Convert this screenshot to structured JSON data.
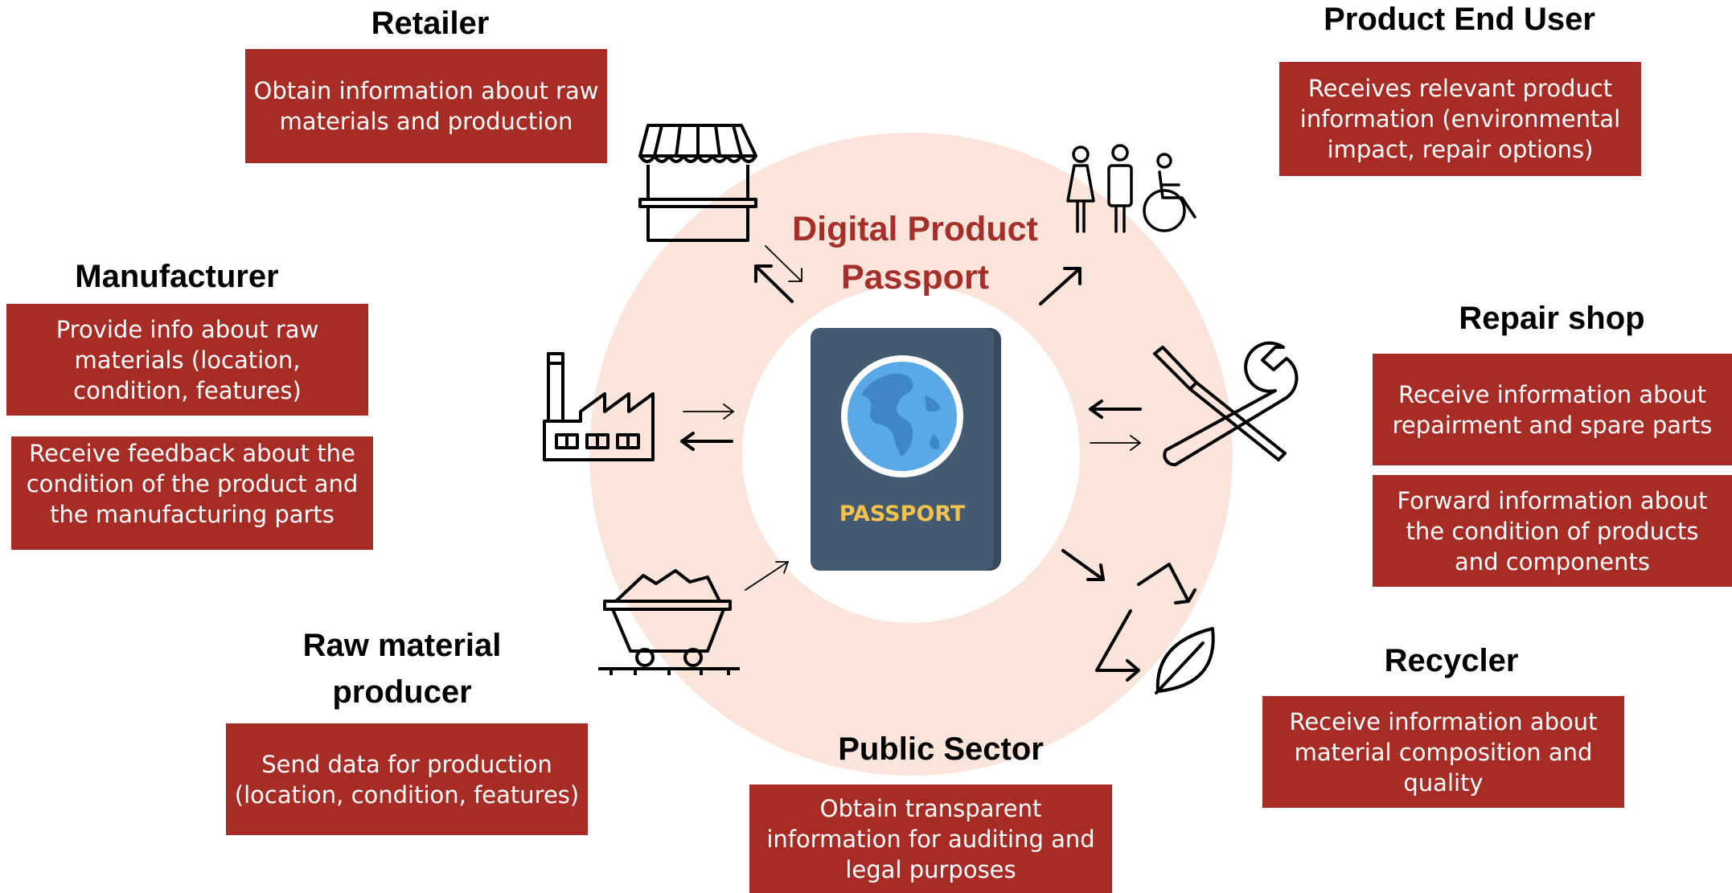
{
  "center": {
    "title_line1": "Digital Product",
    "title_line2": "Passport",
    "passport_label": "PASSPORT"
  },
  "actors": {
    "retailer": {
      "title": "Retailer",
      "boxes": [
        "Obtain information about raw materials and production"
      ]
    },
    "end_user": {
      "title": "Product End User",
      "boxes": [
        "Receives relevant product information (environmental impact, repair options)"
      ]
    },
    "manufacturer": {
      "title": "Manufacturer",
      "boxes": [
        "Provide info about raw materials (location, condition, features)",
        "Receive feedback about the condition of the product and the manufacturing parts"
      ]
    },
    "repair_shop": {
      "title": "Repair shop",
      "boxes": [
        "Receive information about repairment and spare parts",
        "Forward information about the condition of products and components"
      ]
    },
    "raw_material": {
      "title_line1": "Raw material",
      "title_line2": "producer",
      "boxes": [
        "Send data for production (location, condition, features)"
      ]
    },
    "recycler": {
      "title": "Recycler",
      "boxes": [
        "Receive information about material composition and quality"
      ]
    },
    "public_sector": {
      "title": "Public Sector",
      "boxes": [
        "Obtain transparent information for auditing and legal purposes"
      ]
    }
  },
  "icons": {
    "retailer": "market-stall-icon",
    "end_user": "people-accessibility-icon",
    "manufacturer": "factory-icon",
    "repair_shop": "wrench-screwdriver-icon",
    "raw_material": "mine-cart-icon",
    "recycler": "recycle-leaf-icon",
    "passport": "passport-icon"
  },
  "colors": {
    "accent_red": "#a82c26",
    "ring": "#fbe4da",
    "passport_cover": "#435a70",
    "globe_water": "#5aa9e6",
    "passport_text": "#f2c14e"
  }
}
